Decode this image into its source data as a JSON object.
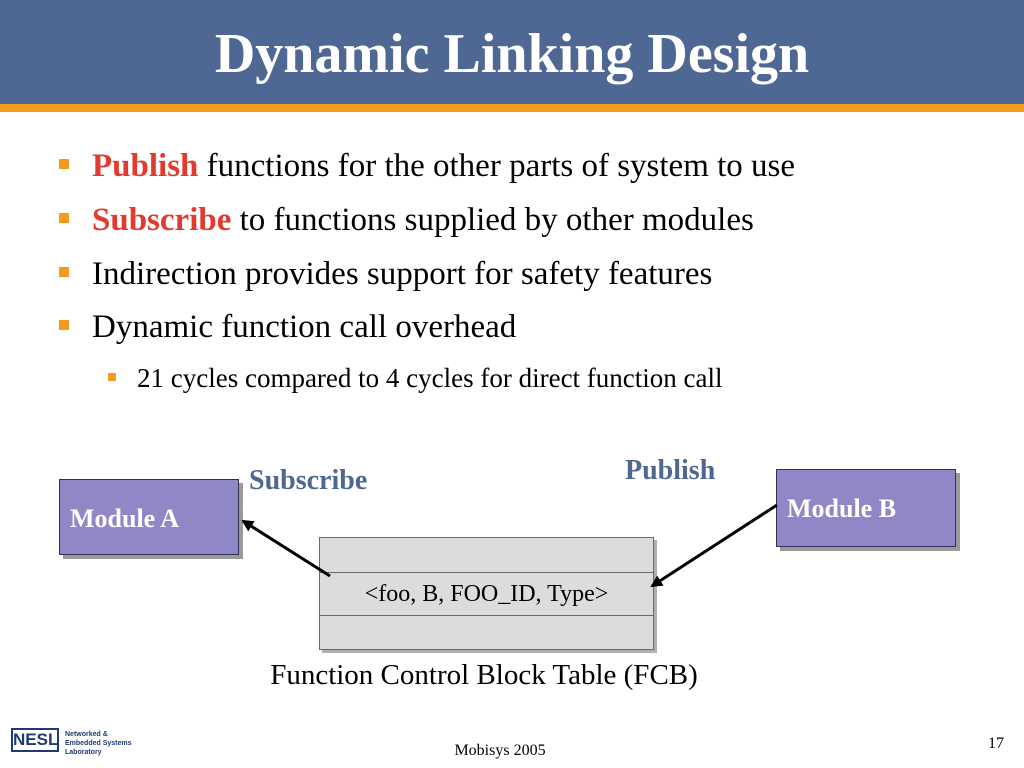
{
  "slide": {
    "title": "Dynamic Linking Design",
    "bullets": [
      {
        "keyword": "Publish",
        "text": " functions for the other parts of system to use"
      },
      {
        "keyword": "Subscribe",
        "text": " to functions supplied by other modules"
      },
      {
        "keyword": "",
        "text": "Indirection provides support for safety features"
      },
      {
        "keyword": "",
        "text": "Dynamic function call overhead"
      }
    ],
    "sub_bullets": [
      {
        "text": "21 cycles compared to 4 cycles for direct function call"
      }
    ]
  },
  "diagram": {
    "module_a": "Module A",
    "module_b": "Module B",
    "subscribe_label": "Subscribe",
    "publish_label": "Publish",
    "fcb_entry": "<foo, B, FOO_ID, Type>",
    "fcb_caption": "Function Control Block Table (FCB)"
  },
  "footer": {
    "logo_text": "NESL",
    "logo_subtitle": "Networked & Embedded Systems Laboratory",
    "conference": "Mobisys 2005",
    "slide_number": "17"
  },
  "colors": {
    "title_bar": "#4f6793",
    "accent_rule": "#f29c1f",
    "keyword": "#e23b2e",
    "module_fill": "#9087c7",
    "label": "#4f6793"
  }
}
